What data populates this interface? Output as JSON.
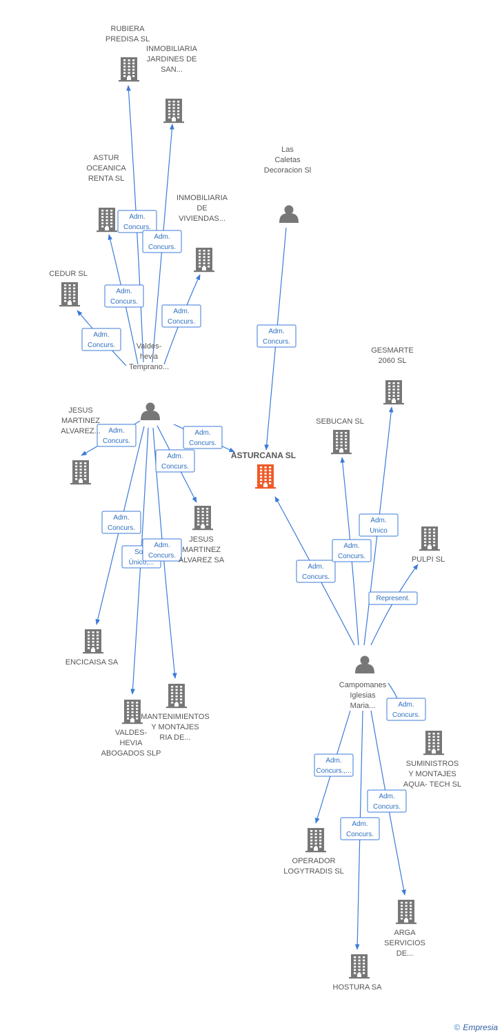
{
  "colors": {
    "edge": "#3a7ad9",
    "node": "#777777",
    "center": "#f05a28",
    "label": "#555555"
  },
  "nodes": [
    {
      "id": "asturcana",
      "type": "company",
      "center": true,
      "lines": [
        "ASTURCANA SL"
      ]
    },
    {
      "id": "rubiera",
      "type": "company",
      "lines": [
        "RUBIERA",
        "PREDISA SL"
      ]
    },
    {
      "id": "jardines",
      "type": "company",
      "lines": [
        "INMOBILIARIA",
        "JARDINES DE",
        "SAN..."
      ]
    },
    {
      "id": "astur",
      "type": "company",
      "lines": [
        "ASTUR",
        "OCEANICA",
        "RENTA SL"
      ]
    },
    {
      "id": "inmoviv",
      "type": "company",
      "lines": [
        "INMOBILIARIA",
        "DE",
        "VIVIENDAS..."
      ]
    },
    {
      "id": "cedur",
      "type": "company",
      "lines": [
        "CEDUR SL"
      ]
    },
    {
      "id": "valdes",
      "type": "person",
      "lines": [
        "Valdes-",
        "hevia",
        "Temprano..."
      ]
    },
    {
      "id": "caletas",
      "type": "person",
      "lines": [
        "Las",
        "Caletas",
        "Decoracion Sl"
      ]
    },
    {
      "id": "jesus1",
      "type": "company",
      "lines": [
        "JESUS",
        "MARTINEZ",
        "ALVAREZ..."
      ]
    },
    {
      "id": "jesus2",
      "type": "company",
      "lines": [
        "JESUS",
        "MARTINEZ",
        "ALVAREZ SA"
      ]
    },
    {
      "id": "encicaisa",
      "type": "company",
      "lines": [
        "ENCICAISA SA"
      ]
    },
    {
      "id": "valdesabog",
      "type": "company",
      "lines": [
        "VALDES-",
        "HEVIA",
        "ABOGADOS SLP"
      ]
    },
    {
      "id": "mantenimientos",
      "type": "company",
      "lines": [
        "MANTENIMIENTOS",
        "Y MONTAJES",
        "RIA DE..."
      ]
    },
    {
      "id": "gesmarte",
      "type": "company",
      "lines": [
        "GESMARTE",
        "2060 SL"
      ]
    },
    {
      "id": "sebucan",
      "type": "company",
      "lines": [
        "SEBUCAN SL"
      ]
    },
    {
      "id": "pulpi",
      "type": "company",
      "lines": [
        "PULPI SL"
      ]
    },
    {
      "id": "campomanes",
      "type": "person",
      "lines": [
        "Campomanes",
        "Iglesias",
        "Maria..."
      ]
    },
    {
      "id": "suministros",
      "type": "company",
      "lines": [
        "SUMINISTROS",
        "Y MONTAJES",
        "AQUA- TECH SL"
      ]
    },
    {
      "id": "operador",
      "type": "company",
      "lines": [
        "OPERADOR",
        "LOGYTRADIS SL"
      ]
    },
    {
      "id": "arga",
      "type": "company",
      "lines": [
        "ARGA",
        "SERVICIOS",
        "DE..."
      ]
    },
    {
      "id": "hostura",
      "type": "company",
      "lines": [
        "HOSTURA SA"
      ]
    }
  ],
  "relations": [
    {
      "from": "valdes",
      "to": "rubiera",
      "label": [
        "Adm.",
        "Concurs."
      ]
    },
    {
      "from": "valdes",
      "to": "jardines",
      "label": [
        "Adm.",
        "Concurs."
      ]
    },
    {
      "from": "valdes",
      "to": "astur",
      "label": [
        "Adm.",
        "Concurs."
      ]
    },
    {
      "from": "valdes",
      "to": "inmoviv",
      "label": [
        "Adm.",
        "Concurs."
      ]
    },
    {
      "from": "valdes",
      "to": "cedur",
      "label": [
        "Adm.",
        "Concurs."
      ]
    },
    {
      "from": "valdes",
      "to": "jesus1",
      "label": [
        "Adm.",
        "Concurs."
      ]
    },
    {
      "from": "valdes",
      "to": "asturcana",
      "label": [
        "Adm.",
        "Concurs."
      ]
    },
    {
      "from": "valdes",
      "to": "jesus2",
      "label": [
        "Adm.",
        "Concurs."
      ]
    },
    {
      "from": "valdes",
      "to": "encicaisa",
      "label": [
        "Adm.",
        "Concurs."
      ]
    },
    {
      "from": "valdes",
      "to": "valdesabog",
      "label": [
        "Soc.",
        "Único,..."
      ]
    },
    {
      "from": "valdes",
      "to": "mantenimientos",
      "label": [
        "Adm.",
        "Concurs."
      ]
    },
    {
      "from": "caletas",
      "to": "asturcana",
      "label": [
        "Adm.",
        "Concurs."
      ]
    },
    {
      "from": "campomanes",
      "to": "asturcana",
      "label": [
        "Adm.",
        "Concurs."
      ]
    },
    {
      "from": "campomanes",
      "to": "sebucan",
      "label": [
        "Adm.",
        "Concurs."
      ]
    },
    {
      "from": "campomanes",
      "to": "gesmarte",
      "label": [
        "Adm.",
        "Unico"
      ]
    },
    {
      "from": "campomanes",
      "to": "pulpi",
      "label": [
        "Represent."
      ]
    },
    {
      "from": "campomanes",
      "to": "suministros",
      "label": [
        "Adm.",
        "Concurs."
      ]
    },
    {
      "from": "campomanes",
      "to": "operador",
      "label": [
        "Adm.",
        "Concurs.,..."
      ]
    },
    {
      "from": "campomanes",
      "to": "arga",
      "label": [
        "Adm.",
        "Concurs."
      ]
    },
    {
      "from": "campomanes",
      "to": "hostura",
      "label": [
        "Adm.",
        "Concurs."
      ]
    }
  ],
  "footer": {
    "copyright_symbol": "©",
    "brand": "Empresia"
  }
}
